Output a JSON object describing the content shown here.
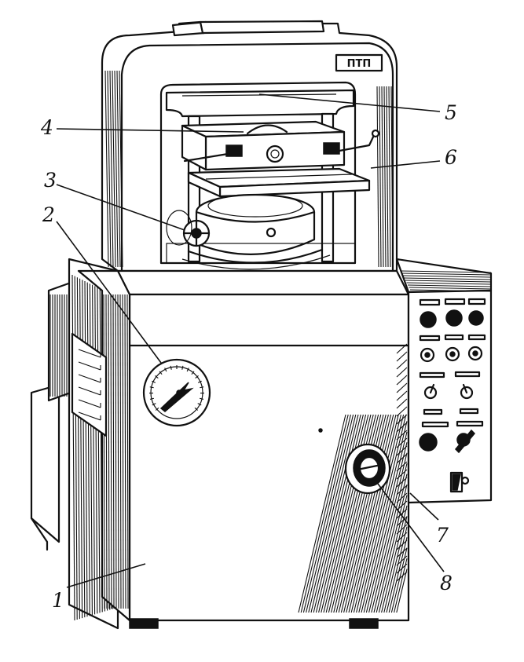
{
  "logo": {
    "text": "ПТП"
  },
  "callouts": [
    {
      "id": "1",
      "label": "1"
    },
    {
      "id": "2",
      "label": "2"
    },
    {
      "id": "3",
      "label": "3"
    },
    {
      "id": "4",
      "label": "4"
    },
    {
      "id": "5",
      "label": "5"
    },
    {
      "id": "6",
      "label": "6"
    },
    {
      "id": "7",
      "label": "7"
    },
    {
      "id": "8",
      "label": "8"
    }
  ],
  "colors": {
    "ink": "#111111",
    "paper": "#ffffff"
  }
}
